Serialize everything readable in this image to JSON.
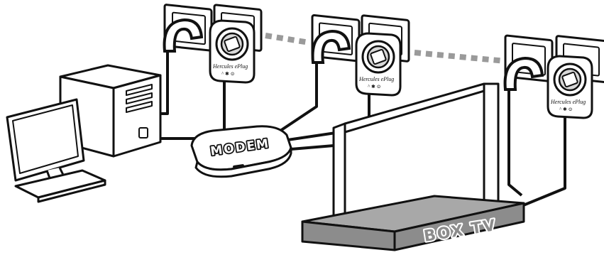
{
  "diagram": {
    "colors": {
      "line": "#111111",
      "link": "#9a9a9a",
      "panel": "#8c8c8c",
      "background": "#ffffff"
    },
    "modem": {
      "label": "MODEM"
    },
    "box_tv": {
      "label": "BOX TV"
    },
    "adapters": [
      {
        "brand": "Hercules ePlug",
        "marks": "^ ✱ ⊙"
      },
      {
        "brand": "Hercules ePlug",
        "marks": "^ ✱ ⊙"
      },
      {
        "brand": "Hercules ePlug",
        "marks": "^ ✱ ⊙"
      }
    ],
    "icons": [
      "wall-socket-icon",
      "power-plug-icon",
      "powerline-adapter-icon",
      "desktop-tower-icon",
      "monitor-icon",
      "keyboard-icon",
      "modem-icon",
      "tv-icon"
    ]
  }
}
